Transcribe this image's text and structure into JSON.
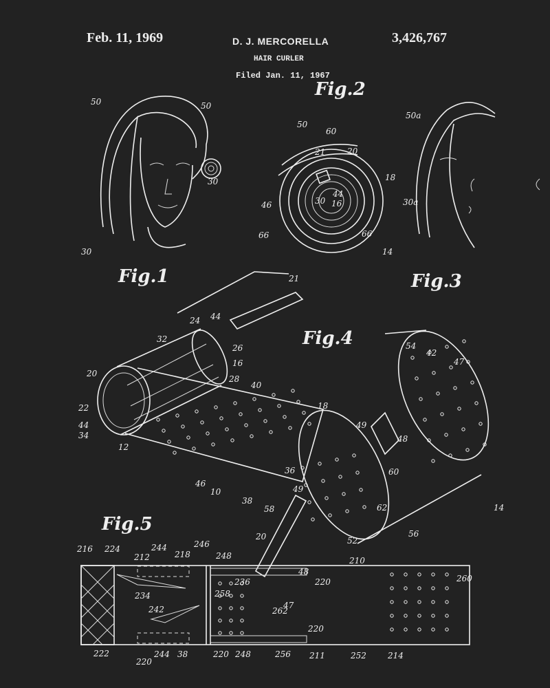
{
  "header": {
    "date": "Feb. 11, 1969",
    "inventor": "D. J. MERCORELLA",
    "patent_number": "3,426,767",
    "title": "HAIR CURLER",
    "filed": "Filed Jan. 11, 1967"
  },
  "figures": [
    "Fig.1",
    "Fig.2",
    "Fig.3",
    "Fig.4",
    "Fig.5"
  ],
  "reference_numerals": [
    "50",
    "50",
    "30",
    "30",
    "50",
    "60",
    "21",
    "20",
    "18",
    "44",
    "16",
    "30",
    "46",
    "66",
    "66",
    "14",
    "50a",
    "30a",
    "21",
    "24",
    "44",
    "32",
    "26",
    "16",
    "28",
    "20",
    "40",
    "22",
    "44",
    "34",
    "18",
    "12",
    "54",
    "42",
    "47",
    "49",
    "48",
    "36",
    "60",
    "62",
    "14",
    "46",
    "10",
    "38",
    "58",
    "49",
    "52",
    "56",
    "20",
    "48",
    "47",
    "216",
    "224",
    "212",
    "244",
    "218",
    "246",
    "248",
    "210",
    "260",
    "236",
    "220",
    "234",
    "258",
    "262",
    "242",
    "220",
    "222",
    "220",
    "244",
    "38",
    "220",
    "248",
    "256",
    "211",
    "252",
    "214"
  ],
  "colors": {
    "background": "#222222",
    "ink": "#eeeeee"
  }
}
